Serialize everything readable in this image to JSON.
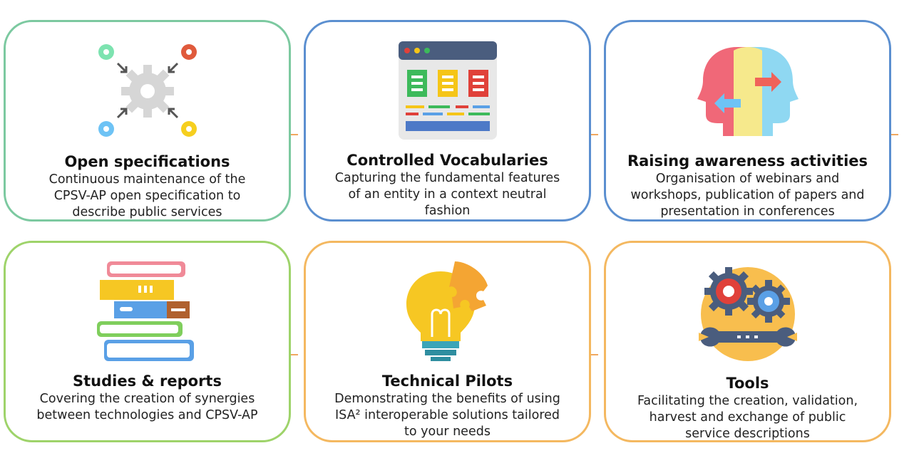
{
  "cards": [
    {
      "title": "Open specifications",
      "lines": [
        "Continuous maintenance of the",
        "CPSV-AP open specification to",
        "describe public services"
      ],
      "border": "#7cc9a0"
    },
    {
      "title": "Controlled Vocabularies",
      "lines": [
        "Capturing the fundamental features",
        "of an entity in a context neutral",
        "fashion"
      ],
      "border": "#5b8fd0"
    },
    {
      "title": "Raising awareness activities",
      "lines": [
        "Organisation of webinars and",
        "workshops, publication of papers and",
        "presentation in conferences"
      ],
      "border": "#5b8fd0"
    },
    {
      "title": "Studies & reports",
      "lines": [
        "Covering the creation of synergies",
        "between technologies and CPSV-AP"
      ],
      "border": "#9ed36a"
    },
    {
      "title": "Technical Pilots",
      "lines": [
        "Demonstrating the benefits of using",
        "ISA² interoperable solutions tailored",
        "to your needs"
      ],
      "border": "#f4b860"
    },
    {
      "title": "Tools",
      "lines": [
        "Facilitating the creation,  validation,",
        "harvest and exchange of public",
        "service descriptions"
      ],
      "border": "#f4b860"
    }
  ],
  "colors": {
    "gray": "#d8d8d8",
    "green": "#3dba5b",
    "yellow": "#f5c518",
    "red": "#e0413a",
    "blue": "#5aa0e6",
    "orange": "#f4a533"
  }
}
